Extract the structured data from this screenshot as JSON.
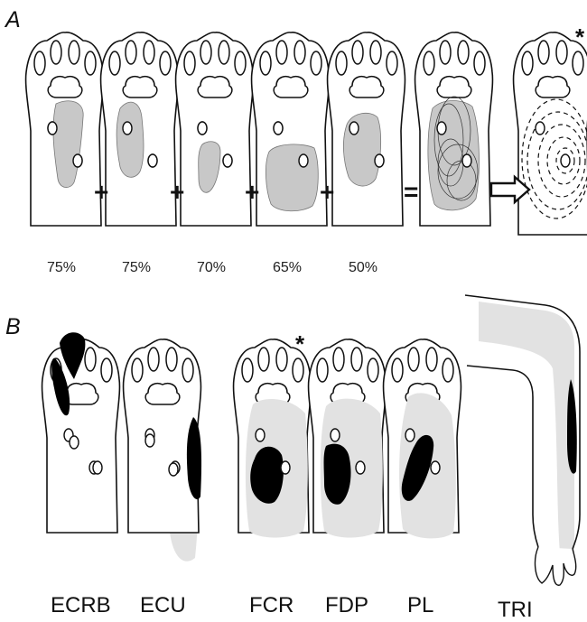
{
  "panel_labels": {
    "a": "A",
    "b": "B"
  },
  "panel_a": {
    "percentages": [
      "75%",
      "75%",
      "70%",
      "65%",
      "50%"
    ],
    "operators": [
      "+",
      "+",
      "+",
      "+",
      "="
    ],
    "star": "*"
  },
  "panel_b": {
    "muscles": [
      "ECRB",
      "ECU",
      "FCR",
      "FDP",
      "PL",
      "TRI"
    ],
    "star": "*"
  },
  "colors": {
    "outline": "#111111",
    "field_dark": "#c8c8c8",
    "field_light": "#e2e2e2",
    "hotspot": "#000000"
  }
}
